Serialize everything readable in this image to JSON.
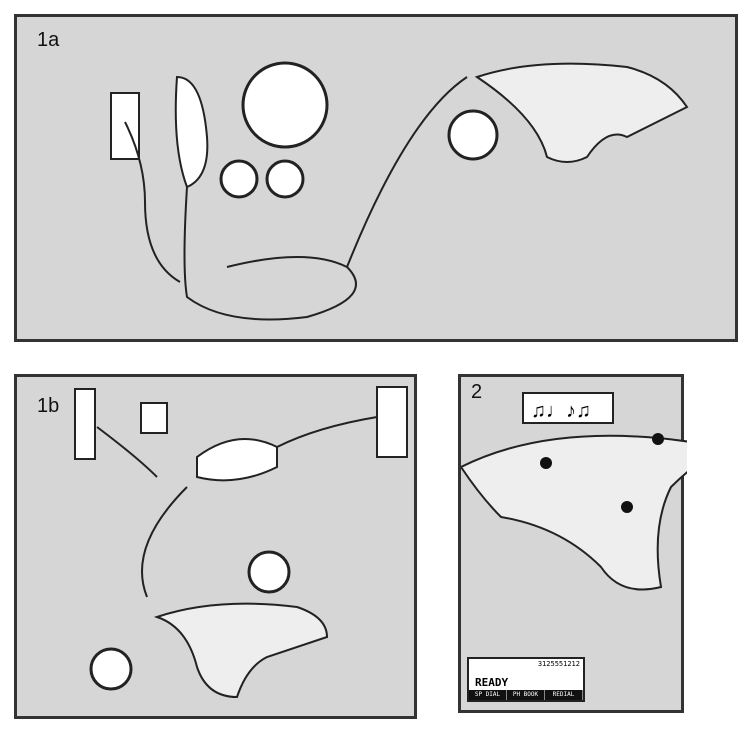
{
  "panels": [
    {
      "label": "1a"
    },
    {
      "label": "1b"
    },
    {
      "label": "2"
    }
  ],
  "display": {
    "number": "3125551212",
    "status": "READY",
    "softkeys": [
      "SP DIAL",
      "PH BOOK",
      "REDIAL"
    ]
  },
  "colors": {
    "panel": "#d6d6d6",
    "border": "#333333"
  }
}
